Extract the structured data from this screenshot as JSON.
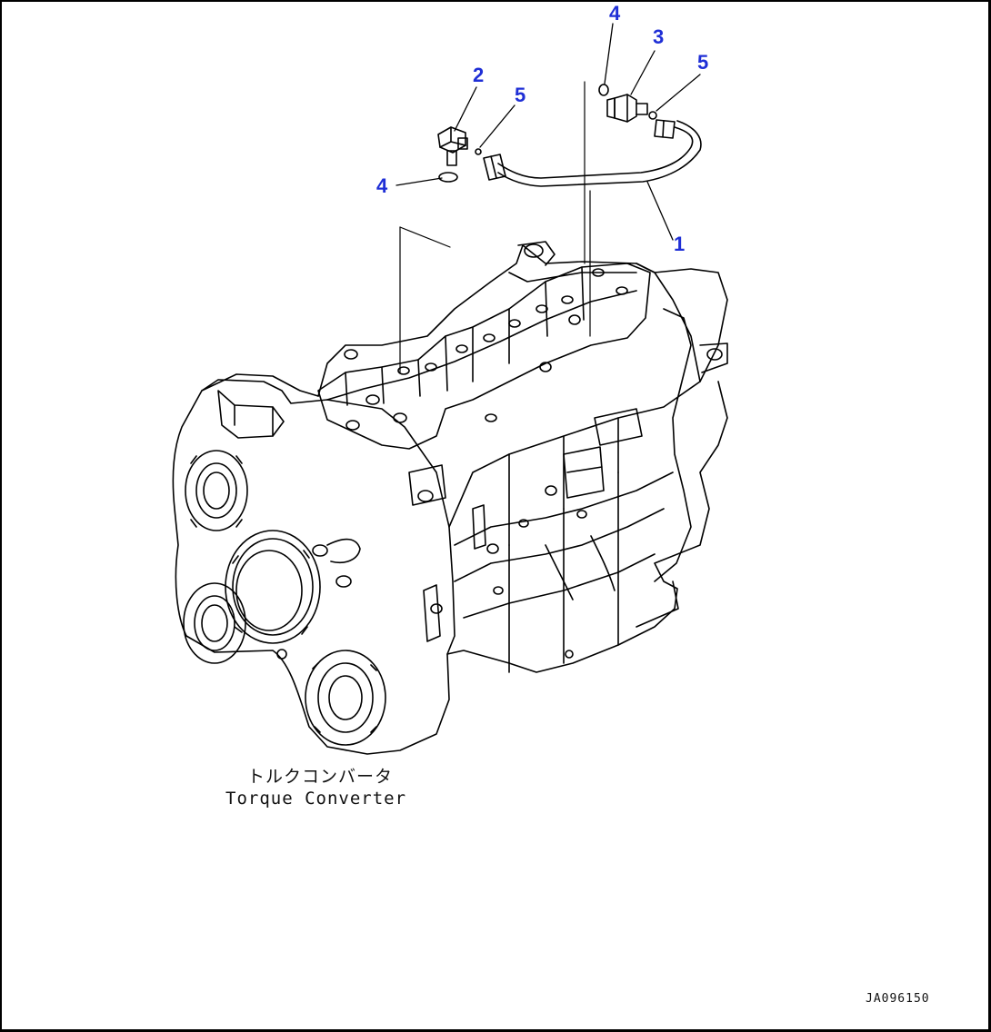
{
  "callouts": {
    "c1": "1",
    "c2": "2",
    "c3": "3",
    "c4_top": "4",
    "c4_left": "4",
    "c5_mid": "5",
    "c5_right": "5"
  },
  "caption": {
    "jp": "トルクコンバータ",
    "en": "Torque Converter"
  },
  "doc_id": "JA096150",
  "colors": {
    "callout": "#1f2fd6",
    "line": "#000000"
  }
}
